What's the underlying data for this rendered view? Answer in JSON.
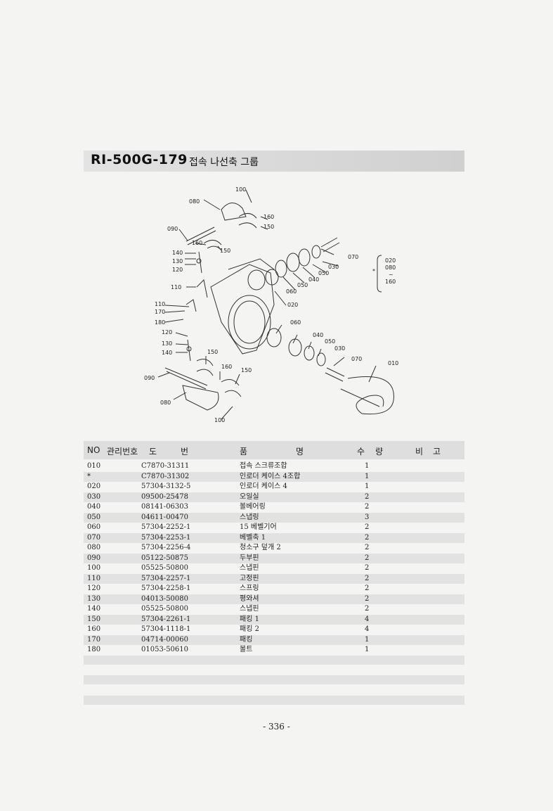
{
  "title": {
    "code": "RI-500G-179",
    "name": "접속 나선축 그룹"
  },
  "diagram_labels": {
    "l100a": "100",
    "l080a": "080",
    "l160a": "160",
    "l150a": "150",
    "l090a": "090",
    "l160b": "160",
    "l150b": "150",
    "l140a": "140",
    "l130a": "130",
    "l120a": "120",
    "l110a": "110",
    "l110b": "110",
    "l170": "170",
    "l180": "180",
    "l120b": "120",
    "l130b": "130",
    "l140b": "140",
    "l150c": "150",
    "l160c": "160",
    "l150d": "150",
    "l090b": "090",
    "l080b": "080",
    "l100b": "100",
    "l070a": "070",
    "l030a": "030",
    "l050a": "050",
    "l040a": "040",
    "l050b": "050",
    "l060a": "060",
    "l020": "020",
    "l060b": "060",
    "l040b": "040",
    "l050c": "050",
    "l030b": "030",
    "l070b": "070",
    "l010": "010",
    "legend_mark": "*",
    "legend_1": "020",
    "legend_2": "080",
    "legend_3": "160",
    "legend_tilde": "~"
  },
  "table": {
    "headers": {
      "no": "NO",
      "mgmt": "관리번호",
      "drawing_1": "도",
      "drawing_2": "번",
      "name_1": "품",
      "name_2": "명",
      "qty_1": "수",
      "qty_2": "량",
      "note_1": "비",
      "note_2": "고"
    },
    "rows": [
      {
        "no": "010",
        "code": "C7870-31311",
        "name": "접속 스크류조합",
        "qty": "1"
      },
      {
        "no": "*",
        "code": "C7870-31302",
        "name": "인로더 케이스 4조합",
        "qty": "1"
      },
      {
        "no": "020",
        "code": "57304-3132-5",
        "name": "인로더 케이스 4",
        "qty": "1"
      },
      {
        "no": "030",
        "code": "09500-25478",
        "name": "오일실",
        "qty": "2"
      },
      {
        "no": "040",
        "code": "08141-06303",
        "name": "볼베어링",
        "qty": "2"
      },
      {
        "no": "050",
        "code": "04611-00470",
        "name": "스냅링",
        "qty": "3"
      },
      {
        "no": "060",
        "code": "57304-2252-1",
        "name": "15 베벨기어",
        "qty": "2"
      },
      {
        "no": "070",
        "code": "57304-2253-1",
        "name": "베벨축 1",
        "qty": "2"
      },
      {
        "no": "080",
        "code": "57304-2256-4",
        "name": "청소구 덮개 2",
        "qty": "2"
      },
      {
        "no": "090",
        "code": "05122-50875",
        "name": "두부핀",
        "qty": "2"
      },
      {
        "no": "100",
        "code": "05525-50800",
        "name": "스냅핀",
        "qty": "2"
      },
      {
        "no": "110",
        "code": "57304-2257-1",
        "name": "고정핀",
        "qty": "2"
      },
      {
        "no": "120",
        "code": "57304-2258-1",
        "name": "스프링",
        "qty": "2"
      },
      {
        "no": "130",
        "code": "04013-50080",
        "name": "평와셔",
        "qty": "2"
      },
      {
        "no": "140",
        "code": "05525-50800",
        "name": "스냅핀",
        "qty": "2"
      },
      {
        "no": "150",
        "code": "57304-2261-1",
        "name": "패킹 1",
        "qty": "4"
      },
      {
        "no": "160",
        "code": "57304-1118-1",
        "name": "패킹 2",
        "qty": "4"
      },
      {
        "no": "170",
        "code": "04714-00060",
        "name": "패킹",
        "qty": "1"
      },
      {
        "no": "180",
        "code": "01053-50610",
        "name": "볼트",
        "qty": "1"
      }
    ]
  },
  "page_number": "- 336 -"
}
